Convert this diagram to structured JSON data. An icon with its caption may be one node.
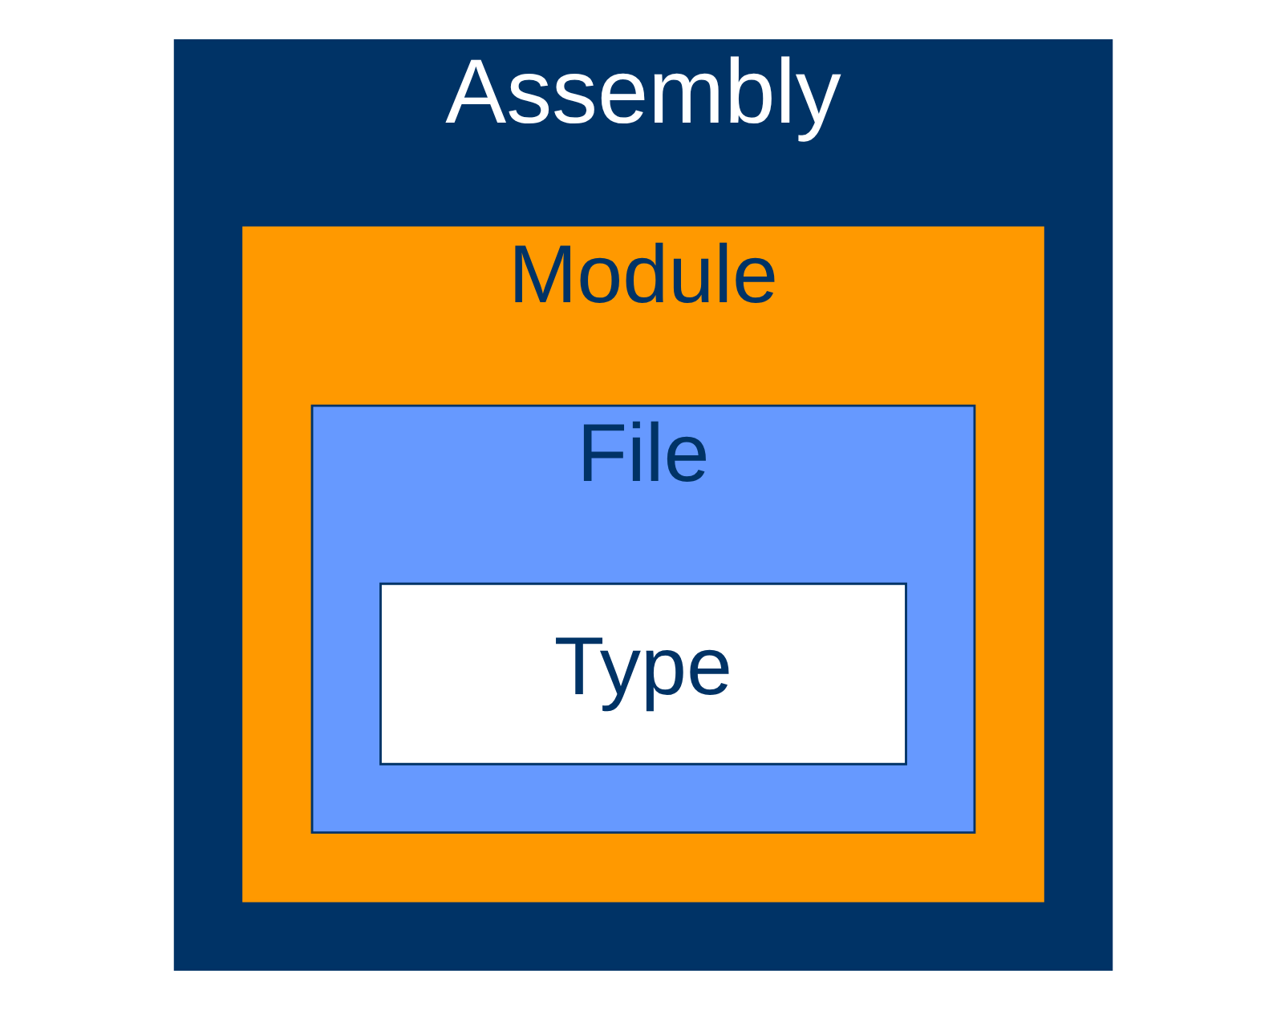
{
  "diagram": {
    "nodes": [
      {
        "text": [
          "Assembly"
        ]
      },
      {
        "text": [
          "Module"
        ],
        "in": 0
      },
      {
        "text": [
          "File"
        ],
        "in": 1
      },
      {
        "text": [
          "Type"
        ],
        "in": 2
      }
    ]
  }
}
